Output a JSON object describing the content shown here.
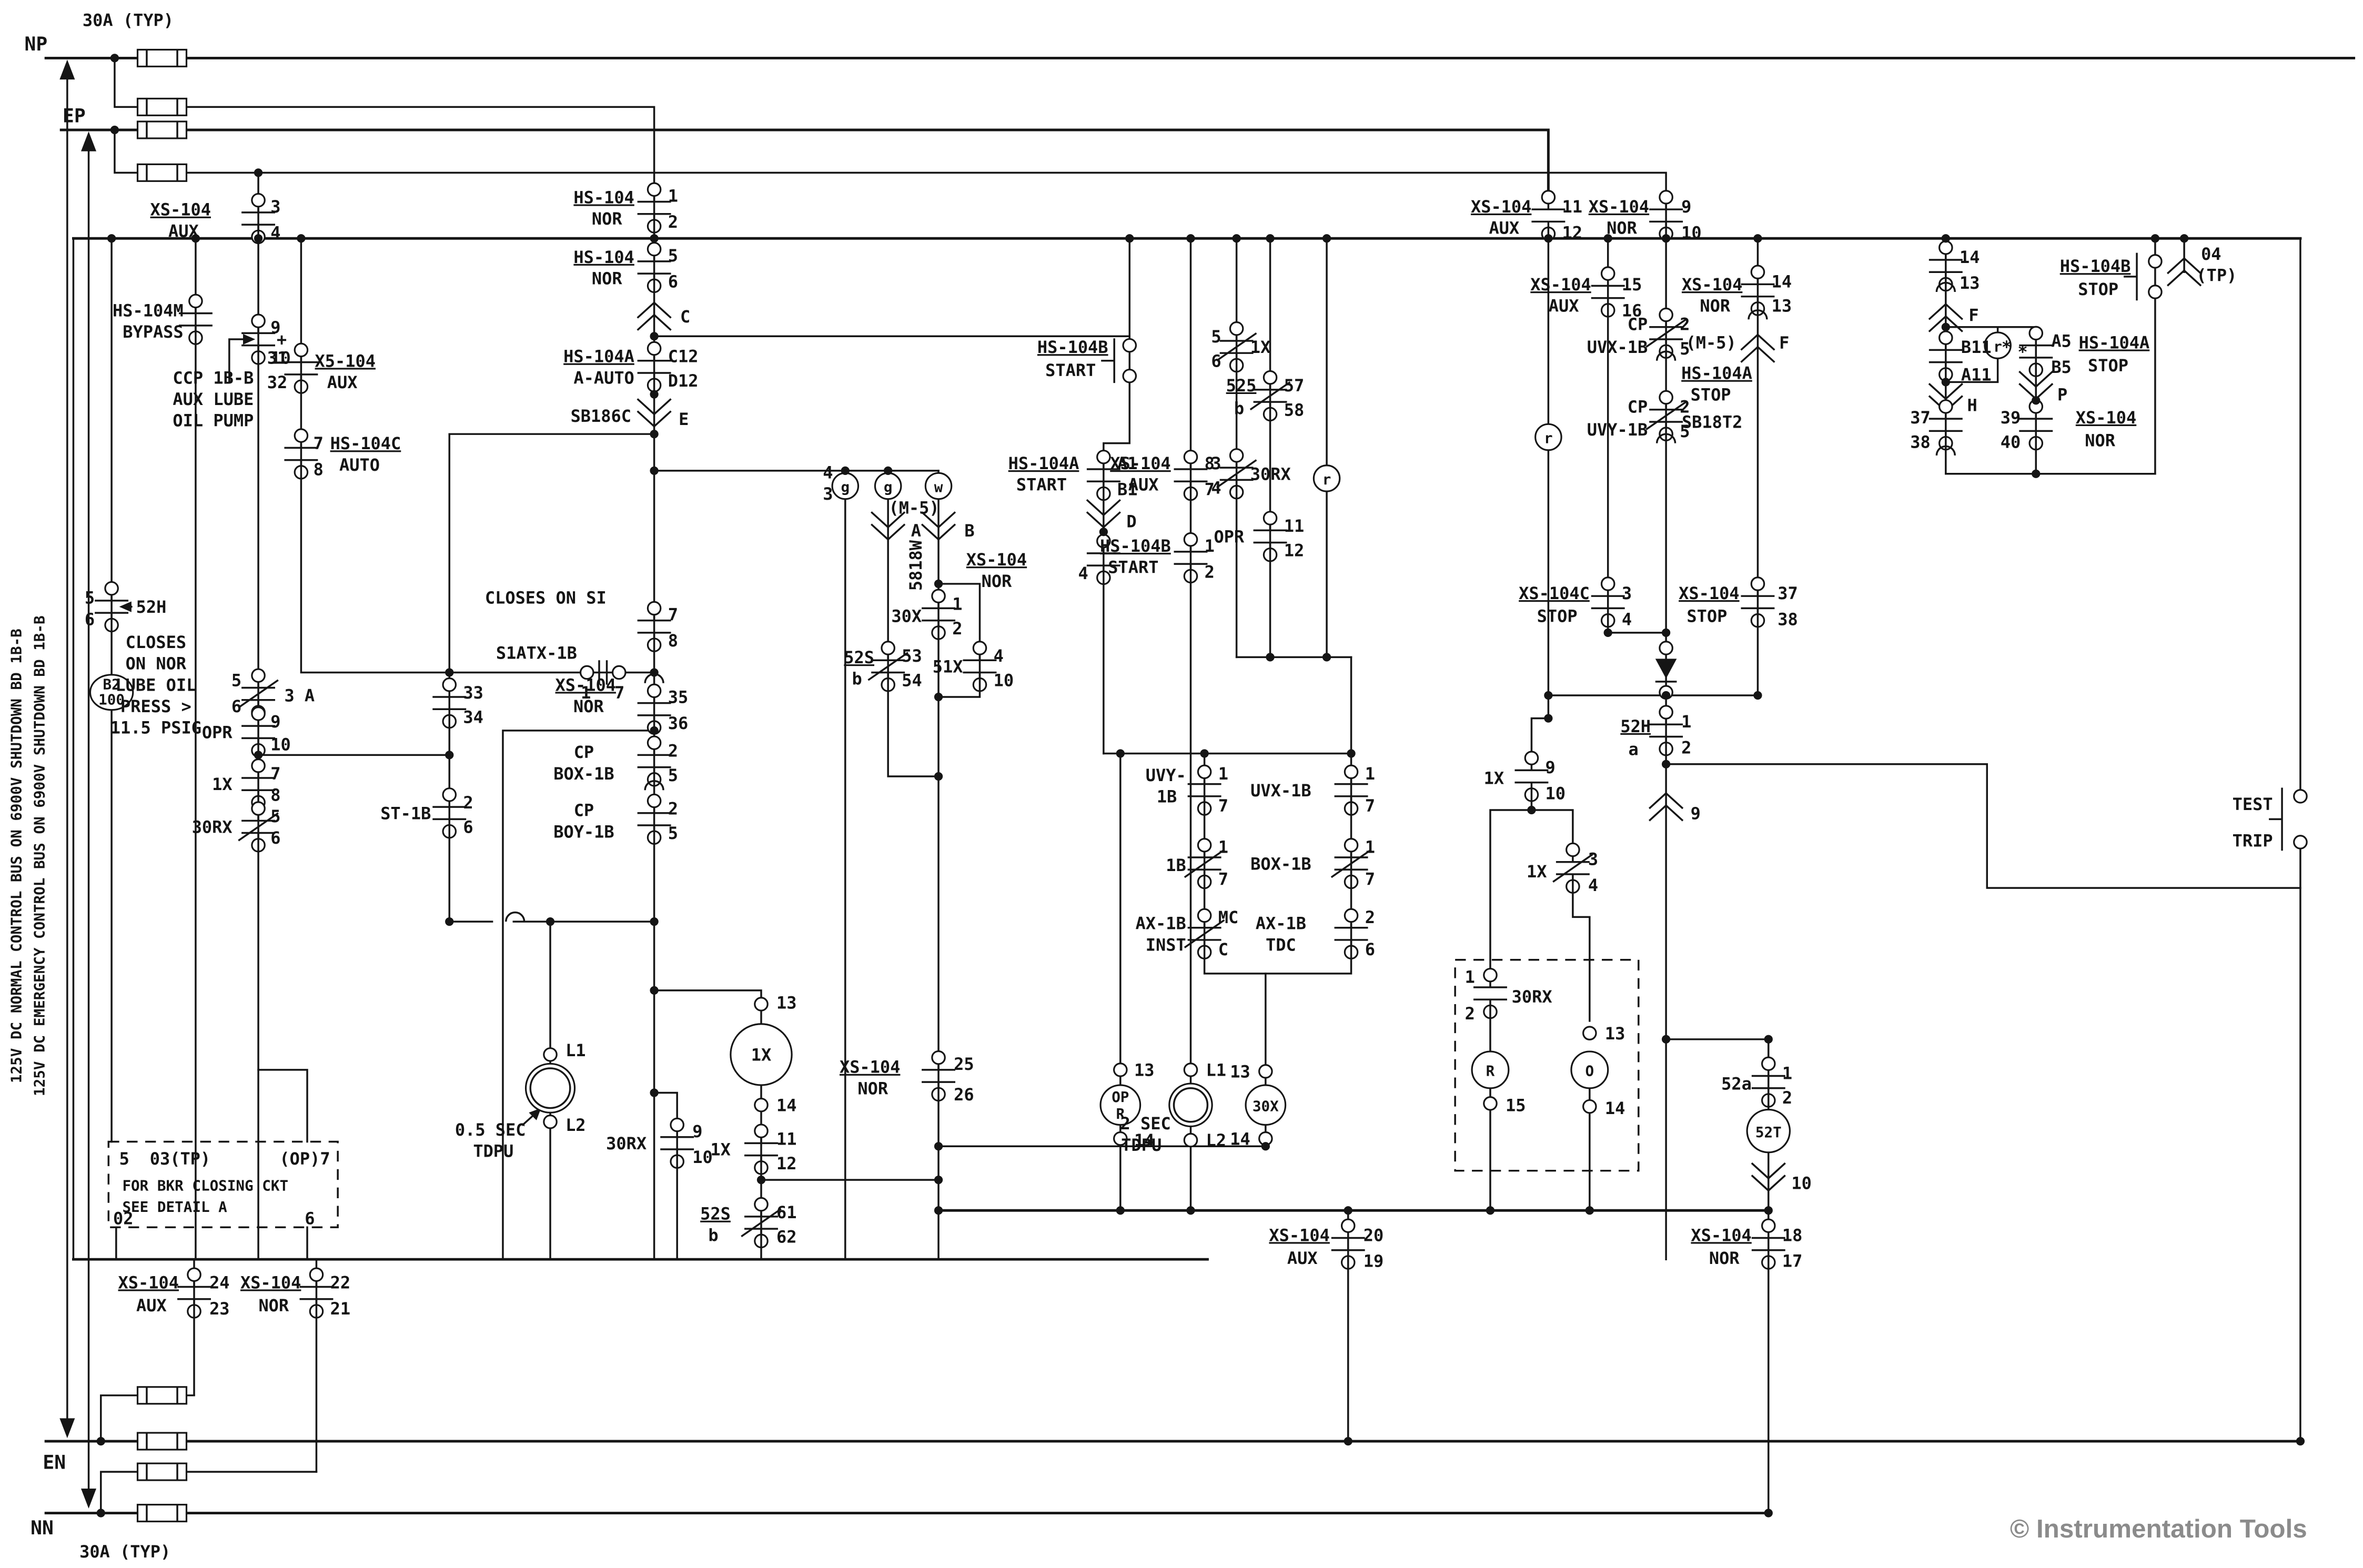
{
  "watermark": "© Instrumentation Tools",
  "buses": {
    "np": "NP",
    "ep": "EP",
    "en": "EN",
    "nn": "NN",
    "fuse_rating_top": "30A (TYP)",
    "fuse_rating_bottom": "30A (TYP)",
    "normal": "125V DC NORMAL CONTROL BUS ON 6900V SHUTDOWN BD 1B-B",
    "emergency": "125V DC EMERGENCY CONTROL BUS ON 6900V SHUTDOWN BD 1B-B"
  },
  "labels": {
    "xs104": "XS-104",
    "x5104": "X5-104",
    "xs104c": "XS-104C",
    "aux": "AUX",
    "nor": "NOR",
    "stop": "STOP",
    "start": "START",
    "auto": "AUTO",
    "a_auto": "A-AUTO",
    "hs104": "HS-104",
    "hs104m": "HS-104M",
    "bypass": "BYPASS",
    "hs104a": "HS-104A",
    "hs104b": "HS-104B",
    "hs104c": "HS-104C",
    "opr": "OPR",
    "x1": "1X",
    "x30rx": "30RX",
    "x30x": "30X",
    "x51x": "51X",
    "s5818w": "5818W",
    "m5": "(M-5)",
    "sb186c": "SB186C",
    "sb18t2": "SB18T2",
    "s1atx": "S1ATX-1B",
    "st1b": "ST-1B",
    "b2": "B2",
    "n100": "100",
    "h52": "52H",
    "a52": "52a",
    "t52": "52T",
    "s52": "52S",
    "s525": "525",
    "b_small": "b",
    "a_small": "a",
    "cp": "CP",
    "uvx1b": "UVX-1B",
    "uvy": "UVY-",
    "b1b": "1B",
    "box1b": "BOX-1B",
    "ax1b": "AX-1B",
    "inst": "INST",
    "tdc": "TDC",
    "test": "TEST",
    "trip": "TRIP",
    "op": "OP",
    "r_cap": "R",
    "o_cap": "O"
  },
  "terms": {
    "n1": "1",
    "n2": "2",
    "n3": "3",
    "n4": "4",
    "n5": "5",
    "n6": "6",
    "n7": "7",
    "n8": "8",
    "n9": "9",
    "n10": "10",
    "n11": "11",
    "n12": "12",
    "n13": "13",
    "n14": "14",
    "n15": "15",
    "n16": "16",
    "n17": "17",
    "n18": "18",
    "n19": "19",
    "n20": "20",
    "n21": "21",
    "n22": "22",
    "n23": "23",
    "n24": "24",
    "n25": "25",
    "n26": "26",
    "n31": "31",
    "n32": "32",
    "n33": "33",
    "n34": "34",
    "n35": "35",
    "n36": "36",
    "n37": "37",
    "n38": "38",
    "n39": "39",
    "n40": "40",
    "n53": "53",
    "n54": "54",
    "n57": "57",
    "n58": "58",
    "n61": "61",
    "n62": "62",
    "a1": "A1",
    "b1": "B1",
    "c12": "C12",
    "d12": "D12",
    "a5": "A5",
    "b5": "B5",
    "b11": "B11 *",
    "a11": "A11",
    "mc": "MC",
    "c": "C",
    "d": "D",
    "e": "E",
    "f": "F",
    "h": "H",
    "p": "P",
    "a": "A",
    "b": "B",
    "g": "g",
    "w": "w",
    "r": "r",
    "plus": "+",
    "star": "*",
    "ch9": "9",
    "ch10": "10",
    "o04": "04",
    "tp": "(TP)",
    "a3": "3  A"
  },
  "notes": {
    "closes_si": "CLOSES ON SI",
    "lube1": "CLOSES",
    "lube2": "ON NOR",
    "lube3": "LUBE OIL",
    "lube4": "PRESS >",
    "lube5": "11.5 PSIG",
    "ccp1": "CCP 1B-B",
    "ccp2": "AUX LUBE",
    "ccp3": "OIL PUMP",
    "td05_1": "0.5 SEC",
    "td05_2": "TDPU",
    "td2_1": "2 SEC",
    "td2_2": "TDPU"
  },
  "detail_box": {
    "p5": "5",
    "p03": "03(TP)",
    "pop7": "(OP)7",
    "line1": "FOR BKR CLOSING CKT",
    "line2": "SEE DETAIL A",
    "p02": "02",
    "p6": "6"
  }
}
